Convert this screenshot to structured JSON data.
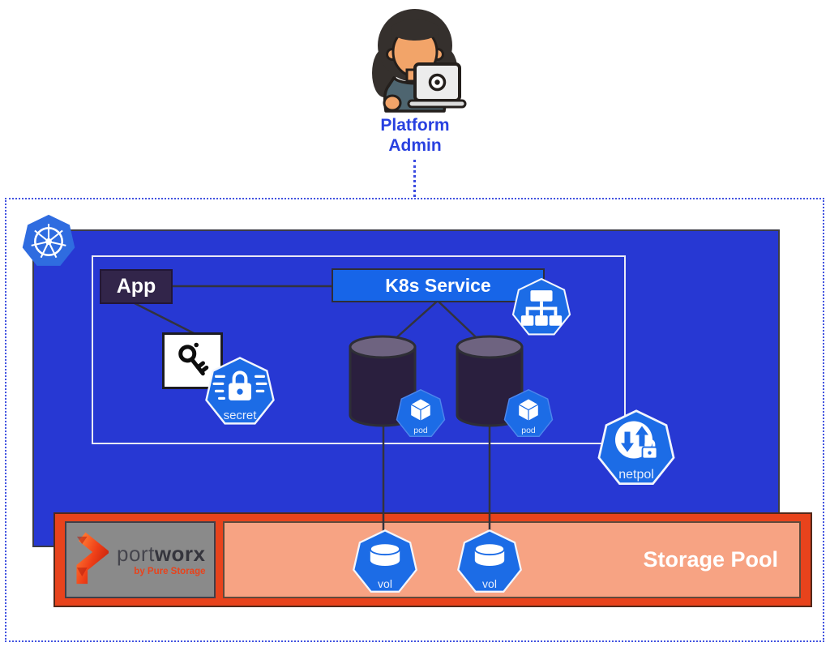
{
  "diagram": {
    "admin": {
      "lines": [
        "Platform",
        "Admin"
      ]
    },
    "cluster": {
      "app_label": "App",
      "service_label": "K8s Service",
      "secret_label": "secret",
      "pod_label": "pod",
      "netpol_label": "netpol"
    },
    "storage": {
      "pool_label": "Storage Pool",
      "vol_label": "vol",
      "brand_regular": "port",
      "brand_bold": "worx",
      "brand_tagline": "by Pure Storage"
    },
    "icons": {
      "admin_avatar": "woman-with-laptop",
      "kubernetes_logo": "ship-wheel-heptagon",
      "service_icon": "sitemap-heptagon",
      "secret_icon": "lock-redacted-heptagon",
      "pod_icon": "cube-heptagon",
      "netpol_icon": "arrows-lock-heptagon",
      "volume_icon": "disk-heptagon",
      "portworx_logo": "orange-zigzag-ribbon"
    },
    "colors": {
      "cluster_blue": "#2738d3",
      "badge_blue": "#1c6ce6",
      "service_blue": "#1765e8",
      "app_purple": "#32254a",
      "cylinder_dark": "#2a1f3e",
      "cylinder_top": "#6e6380",
      "storage_border_orange": "#e8431c",
      "storage_salmon": "#f7a383",
      "portworx_gray": "#8a8a8a",
      "admin_text_blue": "#2840e0",
      "dotted_border_blue": "#4253e0",
      "connector_dark": "#33333d"
    }
  }
}
